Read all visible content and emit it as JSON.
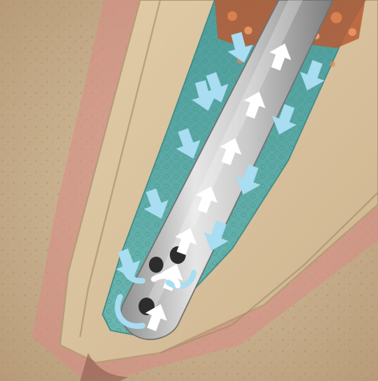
{
  "illustration": {
    "subject": "root-canal-irrigation-cannula",
    "colors": {
      "gum": "#c9b08e",
      "gum_pink": "#d98a86",
      "dentin": "#dcc6a3",
      "dentin_edge": "#b79c78",
      "canal_fluid": "#5aa7a3",
      "debris": "#c8653a",
      "cannula": "#b9b9b9",
      "arrow_down": "#a9ddf2",
      "arrow_up": "#ffffff",
      "vortex": "#a9ddf2"
    },
    "flow": {
      "inflow_direction": "down",
      "outflow_direction": "up",
      "inflow_arrow_count": 10,
      "outflow_arrow_count": 7,
      "suction_ports": 3
    }
  }
}
